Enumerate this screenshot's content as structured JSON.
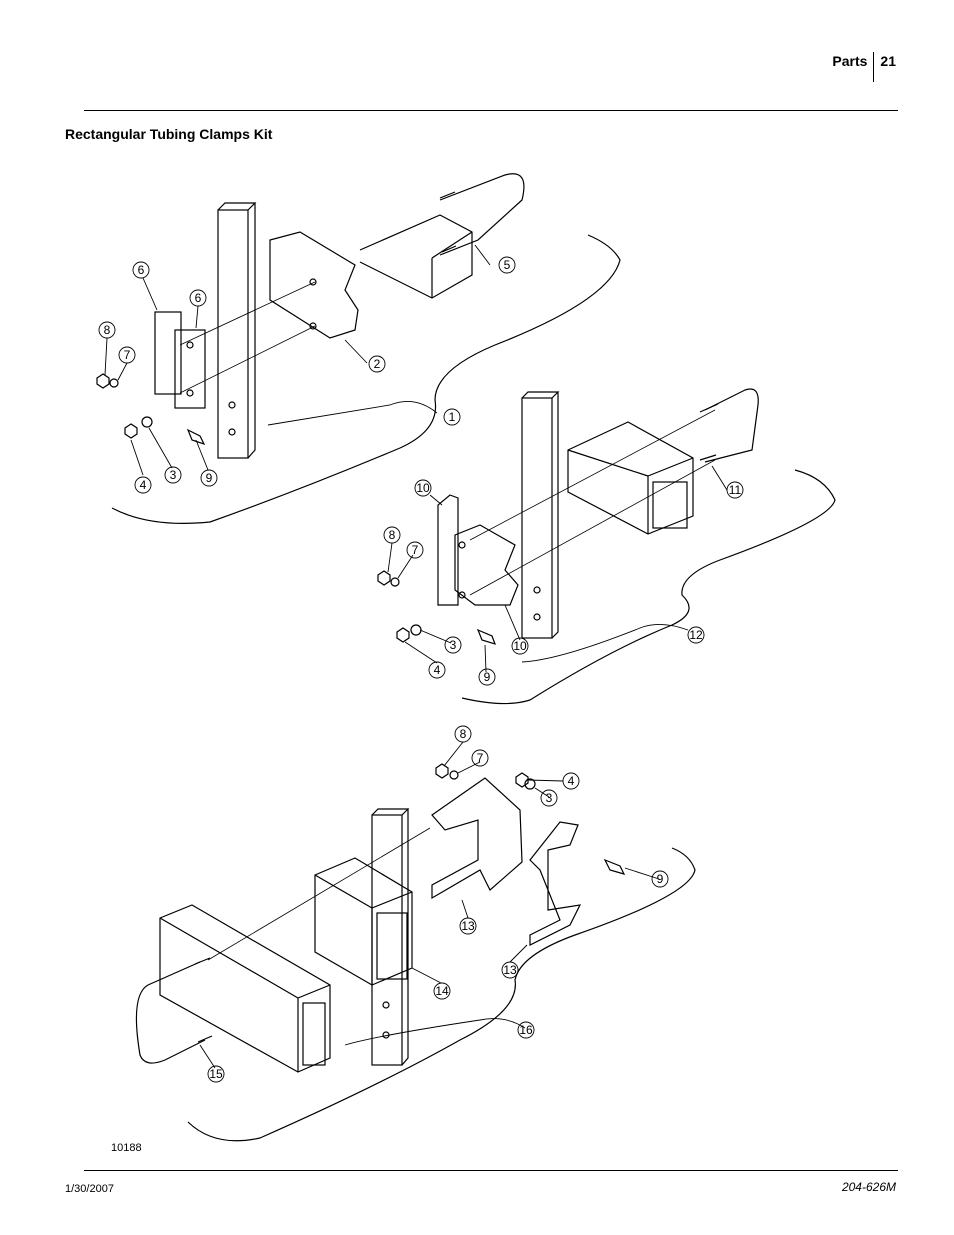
{
  "header": {
    "section": "Parts",
    "page_number": "21"
  },
  "title": "Rectangular Tubing Clamps Kit",
  "callouts": {
    "a": [
      "6",
      "6",
      "8",
      "7",
      "5",
      "2",
      "1",
      "4",
      "3",
      "9"
    ],
    "b": [
      "10",
      "8",
      "7",
      "11",
      "12",
      "10",
      "3",
      "4",
      "9"
    ],
    "c": [
      "8",
      "7",
      "4",
      "3",
      "9",
      "13",
      "13",
      "14",
      "15",
      "16"
    ]
  },
  "figure_number": "10188",
  "footer": {
    "date": "1/30/2007",
    "document_number": "204-626M"
  }
}
